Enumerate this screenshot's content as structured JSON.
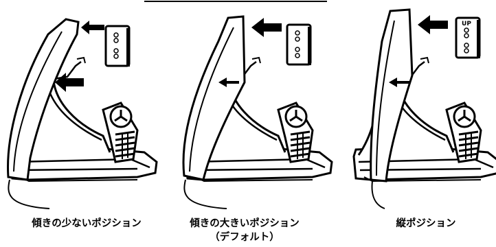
{
  "panels": [
    {
      "caption": "傾きの少ないポジション",
      "caption_sub": "",
      "indicator_label": ""
    },
    {
      "caption": "傾きの大きいポジション",
      "caption_sub": "（デフォルト）",
      "indicator_label": ""
    },
    {
      "caption": "縦ポジション",
      "caption_sub": "",
      "indicator_label": "UP"
    }
  ],
  "colors": {
    "line": "#000000",
    "background": "#ffffff"
  }
}
